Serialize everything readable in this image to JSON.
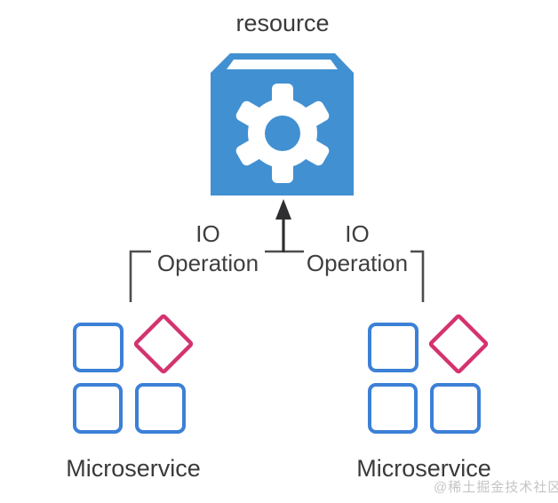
{
  "diagram": {
    "resource": {
      "label": "resource",
      "icon": "gear-icon"
    },
    "connections": [
      {
        "from": "Microservice",
        "to": "resource",
        "label_line1": "IO",
        "label_line2": "Operation"
      },
      {
        "from": "Microservice",
        "to": "resource",
        "label_line1": "IO",
        "label_line2": "Operation"
      }
    ],
    "microservices": [
      {
        "label": "Microservice",
        "square_instances": 3,
        "diamond_instances": 1
      },
      {
        "label": "Microservice",
        "square_instances": 3,
        "diamond_instances": 1
      }
    ],
    "watermark": "@稀土掘金技术社区"
  },
  "colors": {
    "resource_blue": "#4190D2",
    "instance_blue": "#3C80D7",
    "diamond_pink": "#D4336E",
    "line_gray": "#4D4D4D",
    "arrow_dark": "#2F2F31",
    "text_dark": "#3A3A3C",
    "watermark_gray": "#C5C5C7"
  }
}
